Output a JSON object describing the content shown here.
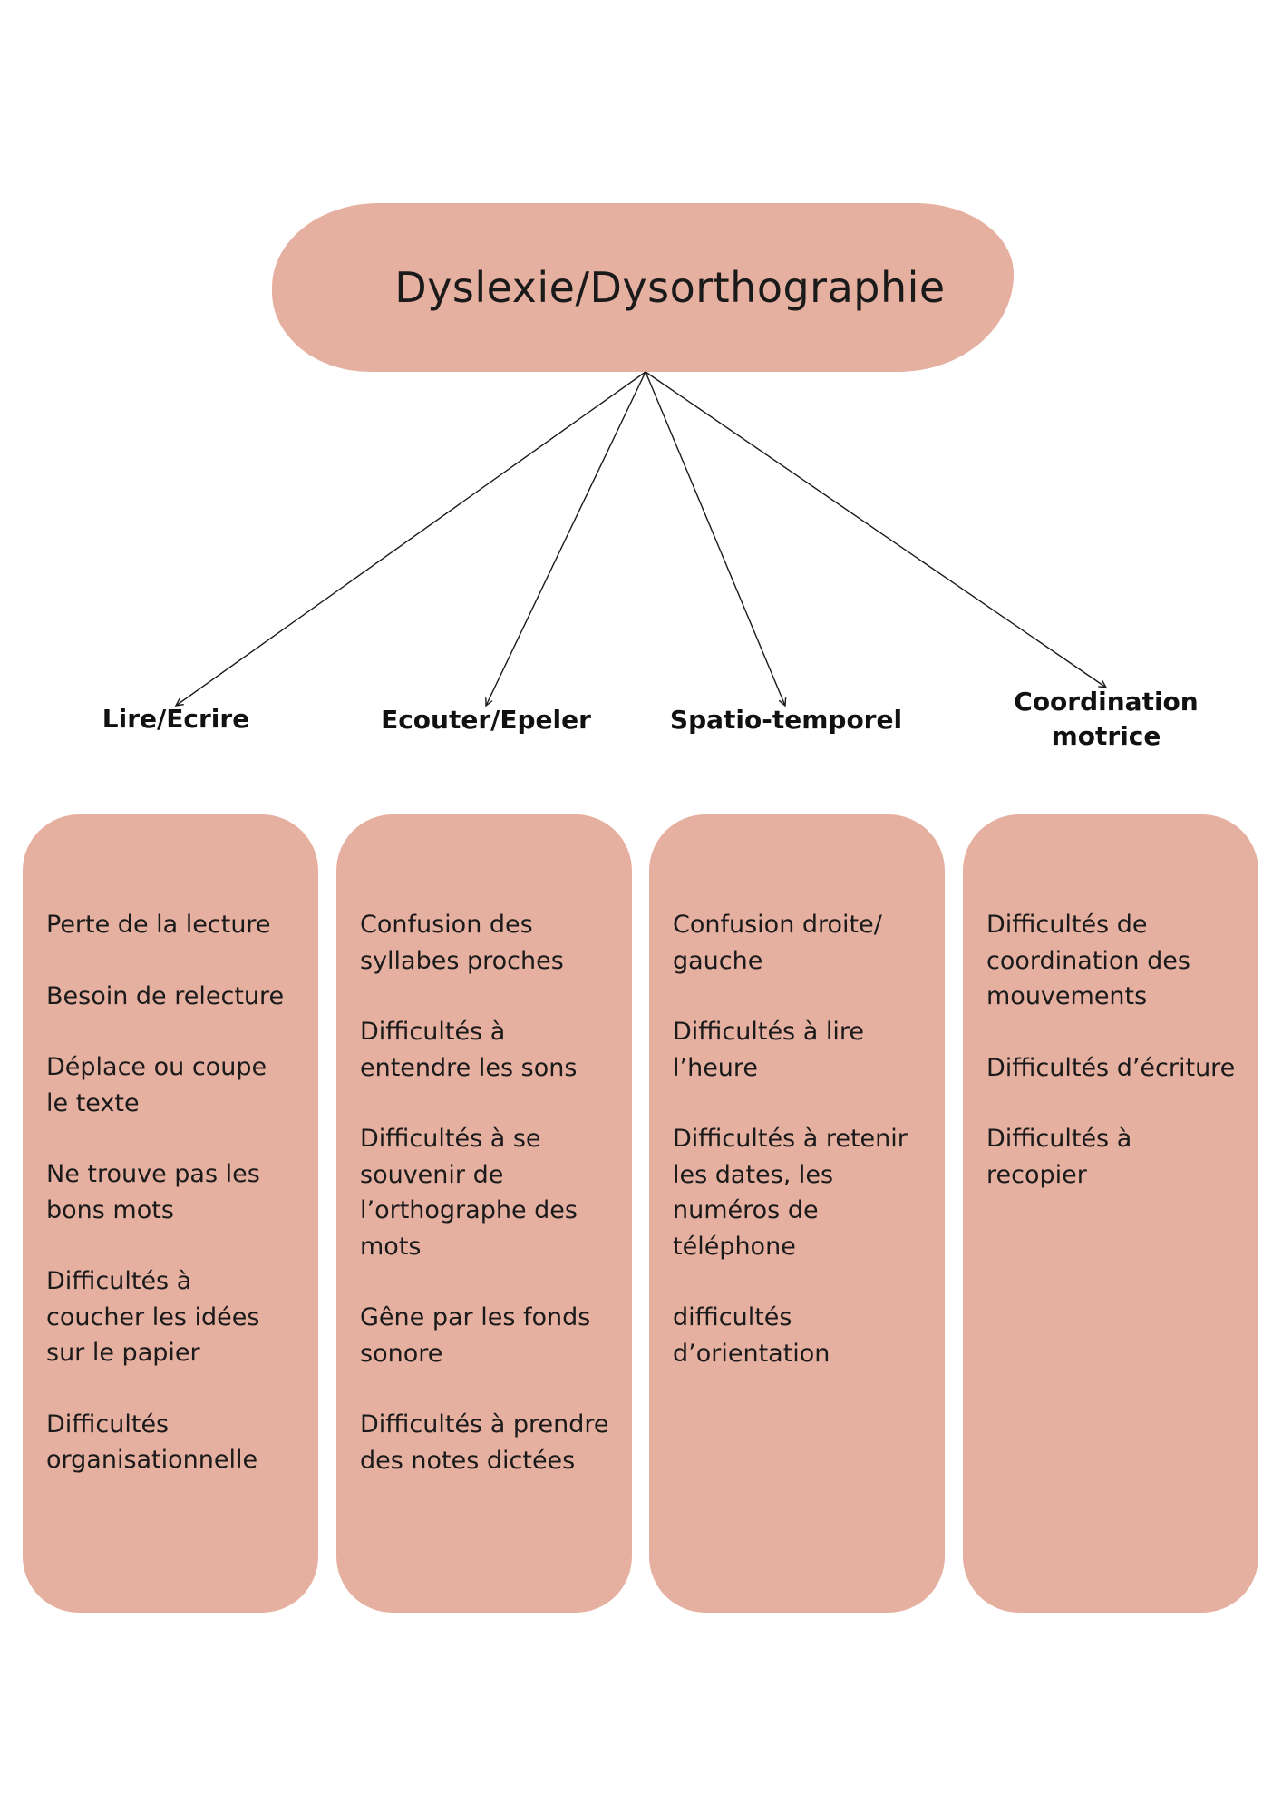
{
  "title": "Dyslexie/Dysorthographie",
  "colors": {
    "blob": "#e6b0a1",
    "text": "#1a1a1a",
    "line": "#1a1a1a"
  },
  "categories": [
    "Lire/Ecrire",
    "Ecouter/Epeler",
    "Spatio-temporel",
    "Coordination\nmotrice"
  ],
  "columns": [
    {
      "items": [
        "Perte de la lecture",
        "Besoin de relecture",
        "Déplace ou coupe\nle texte",
        "Ne trouve pas les\nbons mots",
        "Difficultés à\ncoucher les idées\nsur le papier",
        "Difficultés\norganisationnelle"
      ]
    },
    {
      "items": [
        "Confusion des\nsyllabes proches",
        "Difficultés à\nentendre les sons",
        "Difficultés à se\nsouvenir de\nl’orthographe des\nmots",
        "Gêne par les fonds\nsonore",
        "Difficultés à prendre\ndes notes dictées"
      ]
    },
    {
      "items": [
        "Confusion droite/\ngauche",
        "Difficultés à lire\nl’heure",
        "Difficultés à retenir\nles dates, les\nnuméros de\ntéléphone",
        "difficultés\nd’orientation"
      ]
    },
    {
      "items": [
        "Difficultés de\ncoordination des\nmouvements",
        "Difficultés d’écriture",
        "Difficultés à\nrecopier"
      ]
    }
  ]
}
